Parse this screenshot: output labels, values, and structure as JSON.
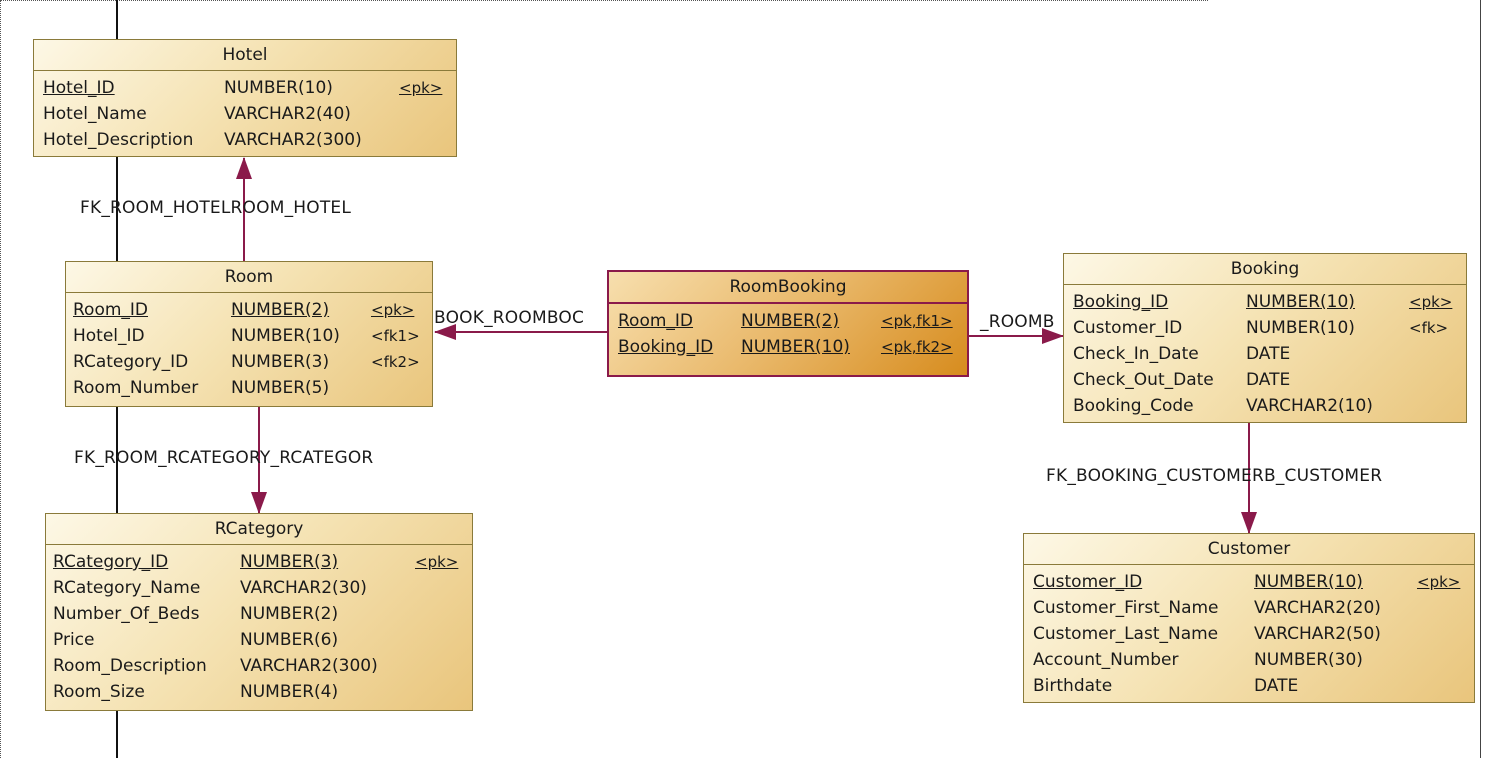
{
  "entities": {
    "hotel": {
      "title": "Hotel",
      "columns": [
        {
          "name": "Hotel_ID",
          "type": "NUMBER(10)",
          "key": "<pk>"
        },
        {
          "name": "Hotel_Name",
          "type": "VARCHAR2(40)",
          "key": ""
        },
        {
          "name": "Hotel_Description",
          "type": "VARCHAR2(300)",
          "key": ""
        }
      ]
    },
    "room": {
      "title": "Room",
      "columns": [
        {
          "name": "Room_ID",
          "type": "NUMBER(2)",
          "key": "<pk>"
        },
        {
          "name": "Hotel_ID",
          "type": "NUMBER(10)",
          "key": "<fk1>"
        },
        {
          "name": "RCategory_ID",
          "type": "NUMBER(3)",
          "key": "<fk2>"
        },
        {
          "name": "Room_Number",
          "type": "NUMBER(5)",
          "key": ""
        }
      ]
    },
    "rcategory": {
      "title": "RCategory",
      "columns": [
        {
          "name": "RCategory_ID",
          "type": "NUMBER(3)",
          "key": "<pk>"
        },
        {
          "name": "RCategory_Name",
          "type": "VARCHAR2(30)",
          "key": ""
        },
        {
          "name": "Number_Of_Beds",
          "type": "NUMBER(2)",
          "key": ""
        },
        {
          "name": "Price",
          "type": "NUMBER(6)",
          "key": ""
        },
        {
          "name": "Room_Description",
          "type": "VARCHAR2(300)",
          "key": ""
        },
        {
          "name": "Room_Size",
          "type": "NUMBER(4)",
          "key": ""
        }
      ]
    },
    "roombooking": {
      "title": "RoomBooking",
      "columns": [
        {
          "name": "Room_ID",
          "type": "NUMBER(2)",
          "key": "<pk,fk1>"
        },
        {
          "name": "Booking_ID",
          "type": "NUMBER(10)",
          "key": "<pk,fk2>"
        }
      ]
    },
    "booking": {
      "title": "Booking",
      "columns": [
        {
          "name": "Booking_ID",
          "type": "NUMBER(10)",
          "key": "<pk>"
        },
        {
          "name": "Customer_ID",
          "type": "NUMBER(10)",
          "key": "<fk>"
        },
        {
          "name": "Check_In_Date",
          "type": "DATE",
          "key": ""
        },
        {
          "name": "Check_Out_Date",
          "type": "DATE",
          "key": ""
        },
        {
          "name": "Booking_Code",
          "type": "VARCHAR2(10)",
          "key": ""
        }
      ]
    },
    "customer": {
      "title": "Customer",
      "columns": [
        {
          "name": "Customer_ID",
          "type": "NUMBER(10)",
          "key": "<pk>"
        },
        {
          "name": "Customer_First_Name",
          "type": "VARCHAR2(20)",
          "key": ""
        },
        {
          "name": "Customer_Last_Name",
          "type": "VARCHAR2(50)",
          "key": ""
        },
        {
          "name": "Account_Number",
          "type": "NUMBER(30)",
          "key": ""
        },
        {
          "name": "Birthdate",
          "type": "DATE",
          "key": ""
        }
      ]
    }
  },
  "relationships": {
    "room_hotel": "FK_ROOM_HOTELROOM_HOTEL",
    "room_rcategory": "FK_ROOM_RCATEGORY_RCATEGOR",
    "roombooking_room": "BOOK_ROOMBOC",
    "roombooking_booking": "_ROOMB",
    "booking_customer": "FK_BOOKING_CUSTOMERB_CUSTOMER"
  },
  "colors": {
    "entity_border": "#8a7a3a",
    "selected_border": "#8a1a4a",
    "link": "#8a1a4a"
  }
}
